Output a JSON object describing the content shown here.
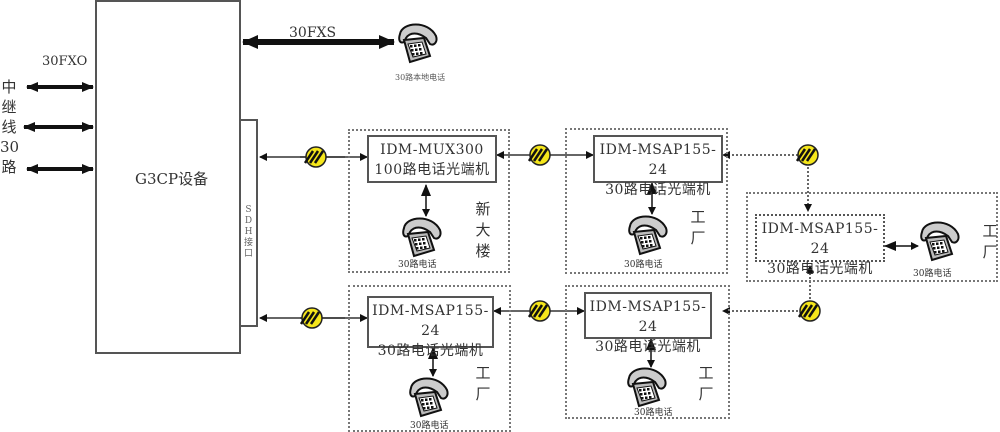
{
  "main_device": {
    "label": "G3CP设备"
  },
  "sdh_interface": {
    "label": [
      "S",
      "D",
      "H",
      "接",
      "口"
    ]
  },
  "trunk": {
    "label": "30FXO",
    "side_label": [
      "中",
      "继",
      "线",
      "30",
      "路"
    ]
  },
  "fxs_link": {
    "label": "30FXS",
    "phone_label": "30路本地电话"
  },
  "sites": [
    {
      "id": "new-building",
      "name": [
        "新",
        "大",
        "楼"
      ],
      "device_model": "IDM-MUX300",
      "device_desc": "100路电话光端机",
      "phone_label": "30路电话"
    },
    {
      "id": "factory-1",
      "name": [
        "工",
        "厂"
      ],
      "device_model": "IDM-MSAP155-24",
      "device_desc": "30路电话光端机",
      "phone_label": "30路电话"
    },
    {
      "id": "factory-2",
      "name": [
        "工",
        "厂"
      ],
      "device_model": "IDM-MSAP155-24",
      "device_desc": "30路电话光端机",
      "phone_label": "30路电话"
    },
    {
      "id": "factory-3",
      "name": [
        "工",
        "厂"
      ],
      "device_model": "IDM-MSAP155-24",
      "device_desc": "30路电话光端机",
      "phone_label": "30路电话"
    },
    {
      "id": "factory-4",
      "name": [
        "工",
        "厂"
      ],
      "device_model": "IDM-MSAP155-24",
      "device_desc": "30路电话光端机",
      "phone_label": "30路电话"
    }
  ],
  "colors": {
    "fiber_node": "#f5e61b",
    "line": "#333333"
  }
}
